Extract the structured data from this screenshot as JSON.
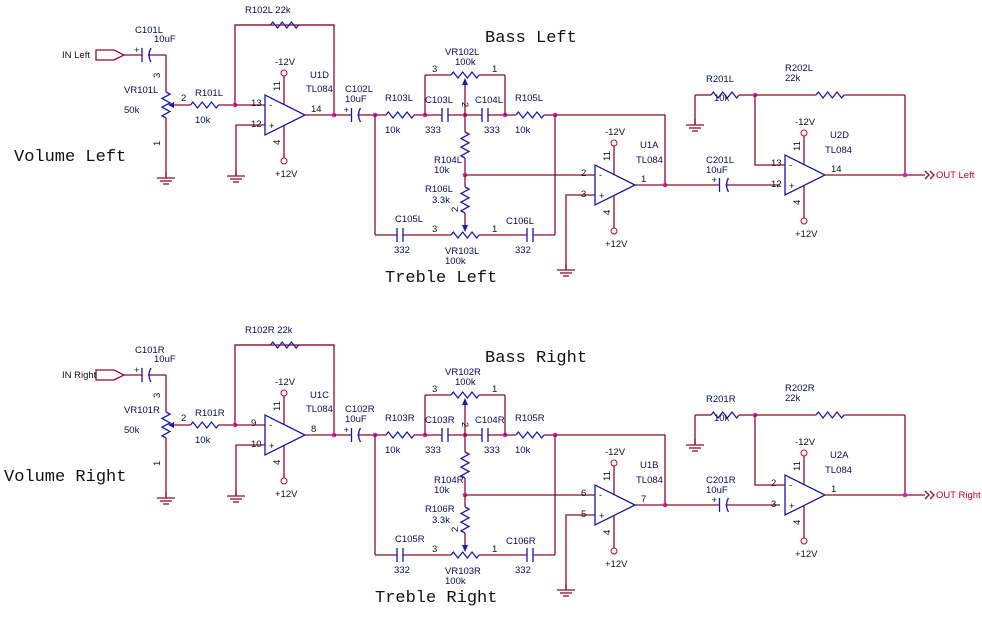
{
  "titles": {
    "volume_left": "Volume Left",
    "bass_left": "Bass Left",
    "treble_left": "Treble Left",
    "volume_right": "Volume Right",
    "bass_right": "Bass Right",
    "treble_right": "Treble Right"
  },
  "left": {
    "in": "IN Left",
    "out": "OUT Left",
    "c101": {
      "ref": "C101L",
      "val": "10uF"
    },
    "vr101": {
      "ref": "VR101L",
      "val": "50k"
    },
    "r101": {
      "ref": "R101L",
      "val": "10k"
    },
    "r102": {
      "ref": "R102L 22k"
    },
    "u1": {
      "ref": "U1D",
      "part": "TL084",
      "inv": "13",
      "noninv": "12",
      "out": "14"
    },
    "c102": {
      "ref": "C102L",
      "val": "10uF"
    },
    "r103": {
      "ref": "R103L",
      "val": "10k"
    },
    "c103": {
      "ref": "C103L",
      "val": "333"
    },
    "c104": {
      "ref": "C104L",
      "val": "333"
    },
    "r105": {
      "ref": "R105L",
      "val": "10k"
    },
    "vr102": {
      "ref": "VR102L",
      "val": "100k"
    },
    "r104": {
      "ref": "R104L",
      "val": "10k"
    },
    "r106": {
      "ref": "R106L",
      "val": "3.3k"
    },
    "c105": {
      "ref": "C105L",
      "val": "332"
    },
    "c106": {
      "ref": "C106L",
      "val": "332"
    },
    "vr103": {
      "ref": "VR103L",
      "val": "100k"
    },
    "u1b": {
      "ref": "U1A",
      "part": "TL084",
      "inv": "2",
      "noninv": "3",
      "out": "1"
    },
    "c201": {
      "ref": "C201L",
      "val": "10uF"
    },
    "r201": {
      "ref": "R201L",
      "val": "10k"
    },
    "r202": {
      "ref": "R202L",
      "val": "22k"
    },
    "u2": {
      "ref": "U2D",
      "part": "TL084",
      "inv": "13",
      "noninv": "12",
      "out": "14"
    }
  },
  "right": {
    "in": "IN Right",
    "out": "OUT Right",
    "c101": {
      "ref": "C101R",
      "val": "10uF"
    },
    "vr101": {
      "ref": "VR101R",
      "val": "50k"
    },
    "r101": {
      "ref": "R101R",
      "val": "10k"
    },
    "r102": {
      "ref": "R102R   22k"
    },
    "u1": {
      "ref": "U1C",
      "part": "TL084",
      "inv": "9",
      "noninv": "10",
      "out": "8"
    },
    "c102": {
      "ref": "C102R",
      "val": "10uF"
    },
    "r103": {
      "ref": "R103R",
      "val": "10k"
    },
    "c103": {
      "ref": "C103R",
      "val": "333"
    },
    "c104": {
      "ref": "C104R",
      "val": "333"
    },
    "r105": {
      "ref": "R105R",
      "val": "10k"
    },
    "vr102": {
      "ref": "VR102R",
      "val": "100k"
    },
    "r104": {
      "ref": "R104R",
      "val": "10k"
    },
    "r106": {
      "ref": "R106R",
      "val": "3.3k"
    },
    "c105": {
      "ref": "C105R",
      "val": "332"
    },
    "c106": {
      "ref": "C106R",
      "val": "332"
    },
    "vr103": {
      "ref": "VR103R",
      "val": "100k"
    },
    "u1b": {
      "ref": "U1B",
      "part": "TL084",
      "inv": "6",
      "noninv": "5",
      "out": "7"
    },
    "c201": {
      "ref": "C201R",
      "val": "10uF"
    },
    "r201": {
      "ref": "R201R",
      "val": "10k"
    },
    "r202": {
      "ref": "R202R",
      "val": "22k"
    },
    "u2": {
      "ref": "U2A",
      "part": "TL084",
      "inv": "2",
      "noninv": "3",
      "out": "1"
    }
  },
  "rails": {
    "neg": "-12V",
    "pos": "+12V",
    "vneg_pin": "11",
    "vpos_pin": "4"
  },
  "pot_pins": {
    "p1": "1",
    "p2": "2",
    "p3": "3"
  }
}
